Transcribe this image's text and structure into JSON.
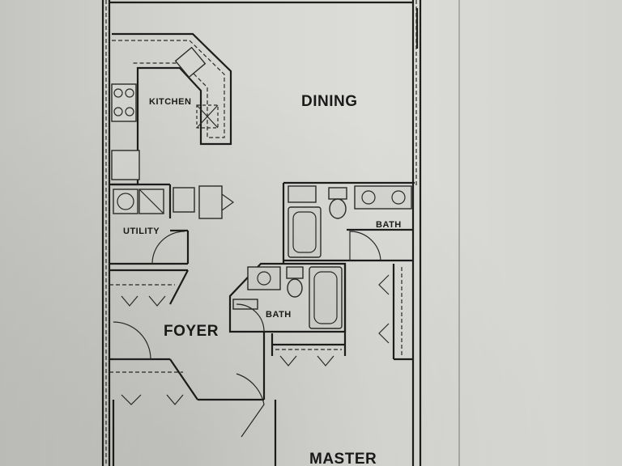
{
  "rooms": {
    "kitchen": "KITCHEN",
    "dining": "DINING",
    "utility": "UTILITY",
    "bath_upper": "BATH",
    "bath_lower": "BATH",
    "foyer": "FOYER",
    "master": "MASTER"
  }
}
